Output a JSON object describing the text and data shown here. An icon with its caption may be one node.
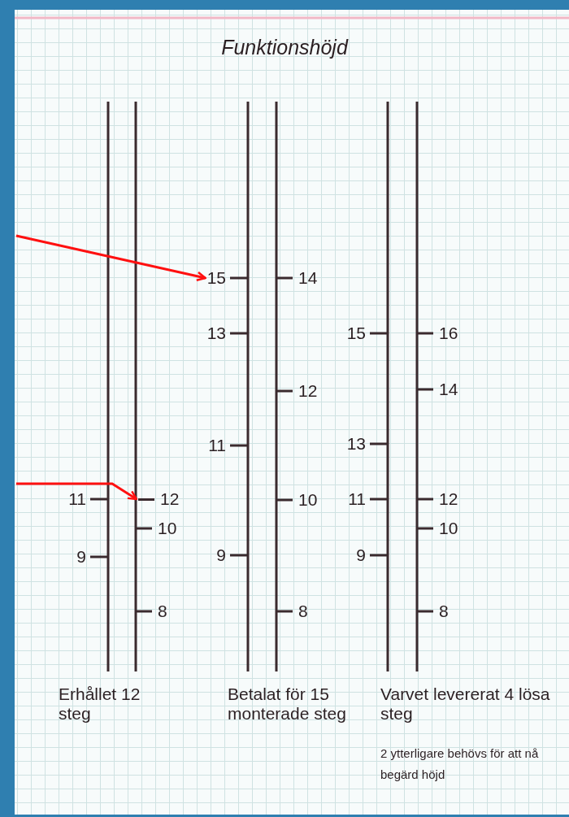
{
  "diagram": {
    "title": "Funktionshöjd",
    "nodes": [
      {
        "text": [
          "15"
        ]
      },
      {
        "text": [
          "12"
        ]
      }
    ],
    "edges": [
      {
        "from": null,
        "to": 0,
        "arrow": "to"
      },
      {
        "from": null,
        "to": 1,
        "arrow": "to"
      }
    ],
    "labels": [
      "14",
      "13",
      "15",
      "16",
      "12",
      "14",
      "11",
      "13",
      "11",
      "10",
      "11",
      "12",
      "10",
      "10",
      "9",
      "9",
      "9",
      "8",
      "8",
      "8",
      "Erhållet 12 steg",
      "Betalat för 15 monterade steg",
      "Varvet levererat 4 lösa steg",
      "2 ytterligare behövs för att nå begärd höjd"
    ]
  }
}
